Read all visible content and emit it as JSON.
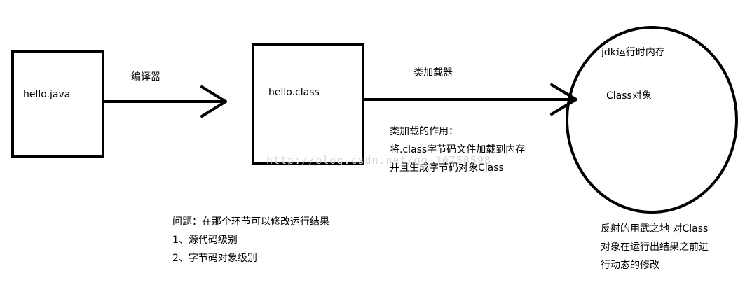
{
  "nodes": {
    "source_file": "hello.java",
    "class_file": "hello.class",
    "memory": "jdk运行时内存",
    "class_object": "Class对象"
  },
  "edges": {
    "compiler": "编译器",
    "class_loader": "类加载器"
  },
  "loader_note": [
    "类加载的作用：",
    "将.class字节码文件加载到内存",
    "并且生成字节码对象Class"
  ],
  "question": [
    "问题：在那个环节可以修改运行结果",
    "1、源代码级别",
    "2、字节码对象级别"
  ],
  "reflection_note": [
    "反射的用武之地 对Class",
    "对象在运行出结果之前进",
    "行动态的修改"
  ],
  "watermark": "http://blog.csdn.net/qq_30758598"
}
